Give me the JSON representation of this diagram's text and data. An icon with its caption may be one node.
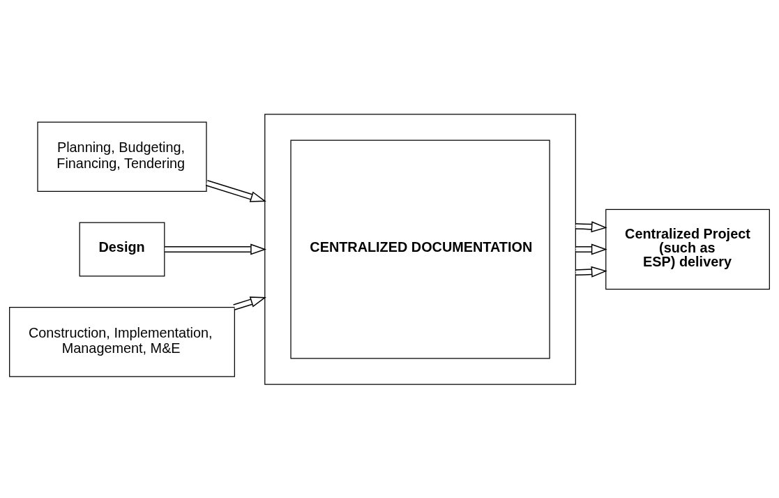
{
  "diagram": {
    "nodes": [
      {
        "text": [
          "Planning, Budgeting, Financing, Tendering"
        ]
      },
      {
        "text": [
          "Design"
        ]
      },
      {
        "text": [
          "Construction, Implementation, Management, M&E"
        ]
      },
      {
        "text": [],
        "shape": "box"
      },
      {
        "text": [
          "CENTRALIZED DOCUMENTATION"
        ],
        "in": 3
      },
      {
        "text": [
          "Centralized Project (such as ESP) delivery"
        ]
      }
    ],
    "edges": [
      {
        "from": 0,
        "to": 3,
        "arrow": "to"
      },
      {
        "from": 1,
        "to": 3,
        "arrow": "to"
      },
      {
        "from": 2,
        "to": 3,
        "arrow": "to"
      },
      {
        "from": 3,
        "to": 5,
        "arrow": "to"
      },
      {
        "from": 3,
        "to": 5,
        "arrow": "to"
      },
      {
        "from": 3,
        "to": 5,
        "arrow": "to"
      }
    ]
  }
}
